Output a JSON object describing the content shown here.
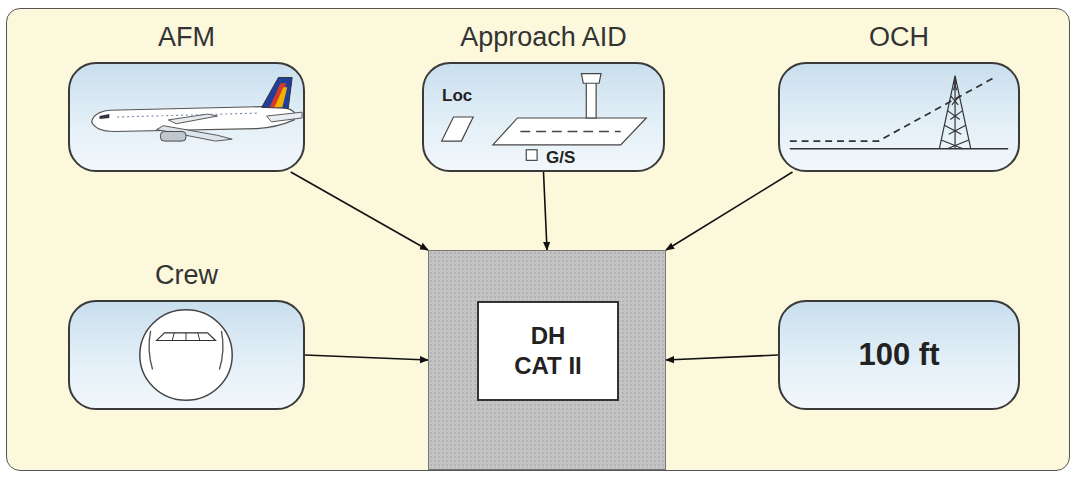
{
  "diagram": {
    "nodes": [
      {
        "text": [
          "AFM"
        ]
      },
      {
        "text": [
          "Approach AID",
          "Loc",
          "G/S"
        ]
      },
      {
        "text": [
          "OCH"
        ]
      },
      {
        "text": [
          "Crew"
        ]
      },
      {
        "text": [
          "DH CAT II"
        ]
      },
      {
        "text": [
          "100 ft"
        ]
      }
    ],
    "edges": [
      {
        "from": 0,
        "to": 4,
        "arrow": "to"
      },
      {
        "from": 1,
        "to": 4,
        "arrow": "to"
      },
      {
        "from": 2,
        "to": 4,
        "arrow": "to"
      },
      {
        "from": 3,
        "to": 4,
        "arrow": "to"
      },
      {
        "from": 5,
        "to": 4,
        "arrow": "to"
      }
    ]
  }
}
